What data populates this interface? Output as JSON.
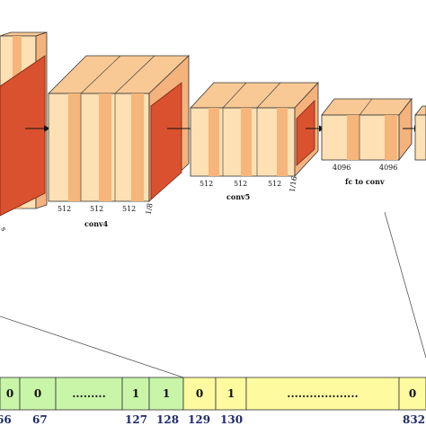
{
  "colors": {
    "block_face": "#fde0b4",
    "block_stripe": "#f6b57a",
    "block_top": "#f9c995",
    "block_side": "#f4b27c",
    "feature_map": "#d9512f",
    "feature_map_edge": "#7a2614",
    "cell_green": "#c8f5a8",
    "cell_yellow": "#fefaa0",
    "index_text": "#1f2a6b"
  },
  "blocks": {
    "conv4": {
      "name": "conv4",
      "channels": [
        "512",
        "512",
        "512"
      ],
      "scale": "1/8"
    },
    "conv5": {
      "name": "conv5",
      "channels": [
        "512",
        "512",
        "512"
      ],
      "scale": "1/16"
    },
    "fc": {
      "name": "fc to conv",
      "channels": [
        "4096",
        "4096"
      ]
    },
    "conv3_partial": {
      "name_fragment": "s"
    }
  },
  "bit_vector": {
    "cells": [
      "0",
      "0",
      ".........",
      "1",
      "1",
      "0",
      "1",
      "...................",
      "0"
    ],
    "indices": [
      "66",
      "67",
      "127",
      "128",
      "129",
      "130",
      "832"
    ]
  }
}
